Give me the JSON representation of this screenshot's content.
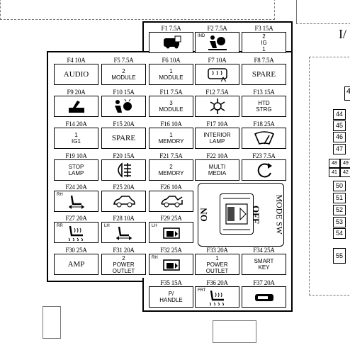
{
  "header_right": "I/",
  "fuses": [
    {
      "id": "F1",
      "rating": "7.5A",
      "label": "",
      "icon": "door-lock-icon"
    },
    {
      "id": "F2",
      "rating": "7.5A",
      "label": "",
      "icon": "airbag-indicator-icon",
      "side": "IND"
    },
    {
      "id": "F3",
      "rating": "15A",
      "label": "2 IG 1",
      "icon": ""
    },
    {
      "id": "F4",
      "rating": "10A",
      "label": "AUDIO",
      "icon": ""
    },
    {
      "id": "F5",
      "rating": "7.5A",
      "label": "2 MODULE",
      "icon": ""
    },
    {
      "id": "F6",
      "rating": "10A",
      "label": "1 MODULE",
      "icon": ""
    },
    {
      "id": "F7",
      "rating": "10A",
      "label": "",
      "icon": "rear-defrost-icon"
    },
    {
      "id": "F8",
      "rating": "7.5A",
      "label": "SPARE",
      "icon": ""
    },
    {
      "id": "F9",
      "rating": "20A",
      "label": "",
      "icon": "power-outlet-icon"
    },
    {
      "id": "F10",
      "rating": "15A",
      "label": "",
      "icon": "airbag-icon"
    },
    {
      "id": "F11",
      "rating": "7.5A",
      "label": "3 MODULE",
      "icon": ""
    },
    {
      "id": "F12",
      "rating": "7.5A",
      "label": "",
      "icon": "air-conditioner-icon"
    },
    {
      "id": "F13",
      "rating": "15A",
      "label": "HTD STRG",
      "icon": ""
    },
    {
      "id": "F14",
      "rating": "20A",
      "label": "1 IG1",
      "icon": ""
    },
    {
      "id": "F15",
      "rating": "20A",
      "label": "SPARE",
      "icon": ""
    },
    {
      "id": "F16",
      "rating": "10A",
      "label": "1 MEMORY",
      "icon": ""
    },
    {
      "id": "F17",
      "rating": "10A",
      "label": "INTERIOR LAMP",
      "icon": ""
    },
    {
      "id": "F18",
      "rating": "25A",
      "label": "",
      "icon": "front-wiper-icon"
    },
    {
      "id": "F19",
      "rating": "10A",
      "label": "STOP LAMP",
      "icon": ""
    },
    {
      "id": "F20",
      "rating": "15A",
      "label": "",
      "icon": "fog-lamp-icon"
    },
    {
      "id": "F21",
      "rating": "7.5A",
      "label": "2 MEMORY",
      "icon": ""
    },
    {
      "id": "F22",
      "rating": "10A",
      "label": "MULTI MEDIA",
      "icon": ""
    },
    {
      "id": "F23",
      "rating": "7.5A",
      "label": "",
      "icon": "start-button-icon"
    },
    {
      "id": "F24",
      "rating": "20A",
      "label": "",
      "icon": "power-seat-icon",
      "side": "RH"
    },
    {
      "id": "F25",
      "rating": "20A",
      "label": "",
      "icon": "car-icon"
    },
    {
      "id": "F26",
      "rating": "10A",
      "label": "",
      "icon": "trunk-open-icon"
    },
    {
      "id": "F27",
      "rating": "20A",
      "label": "",
      "icon": "heated-seat-icon",
      "side": "RR"
    },
    {
      "id": "F28",
      "rating": "10A",
      "label": "",
      "icon": "power-seat-icon",
      "side": "LH"
    },
    {
      "id": "F29",
      "rating": "25A",
      "label": "",
      "icon": "power-window-icon",
      "side": "LH"
    },
    {
      "id": "F30",
      "rating": "25A",
      "label": "AMP",
      "icon": ""
    },
    {
      "id": "F31",
      "rating": "20A",
      "label": "2 POWER OUTLET",
      "icon": ""
    },
    {
      "id": "F32",
      "rating": "25A",
      "label": "",
      "icon": "power-window-icon",
      "side": "RH"
    },
    {
      "id": "F33",
      "rating": "20A",
      "label": "1 POWER OUTLET",
      "icon": ""
    },
    {
      "id": "F34",
      "rating": "25A",
      "label": "SMART KEY",
      "icon": ""
    },
    {
      "id": "F35",
      "rating": "15A",
      "label": "P/ HANDLE",
      "icon": ""
    },
    {
      "id": "F36",
      "rating": "20A",
      "label": "",
      "icon": "heated-seat-icon",
      "side": "FRT"
    },
    {
      "id": "F37",
      "rating": "20A",
      "label": "",
      "icon": "smart-key-icon"
    }
  ],
  "mode_switch": {
    "title": "MODE SW",
    "on": "ON",
    "off": "OFF"
  },
  "relay_numbers": [
    "44",
    "45",
    "46",
    "47",
    "48",
    "49",
    "41",
    "42",
    "50",
    "51",
    "52",
    "53",
    "54",
    "55"
  ],
  "side_label": "4"
}
